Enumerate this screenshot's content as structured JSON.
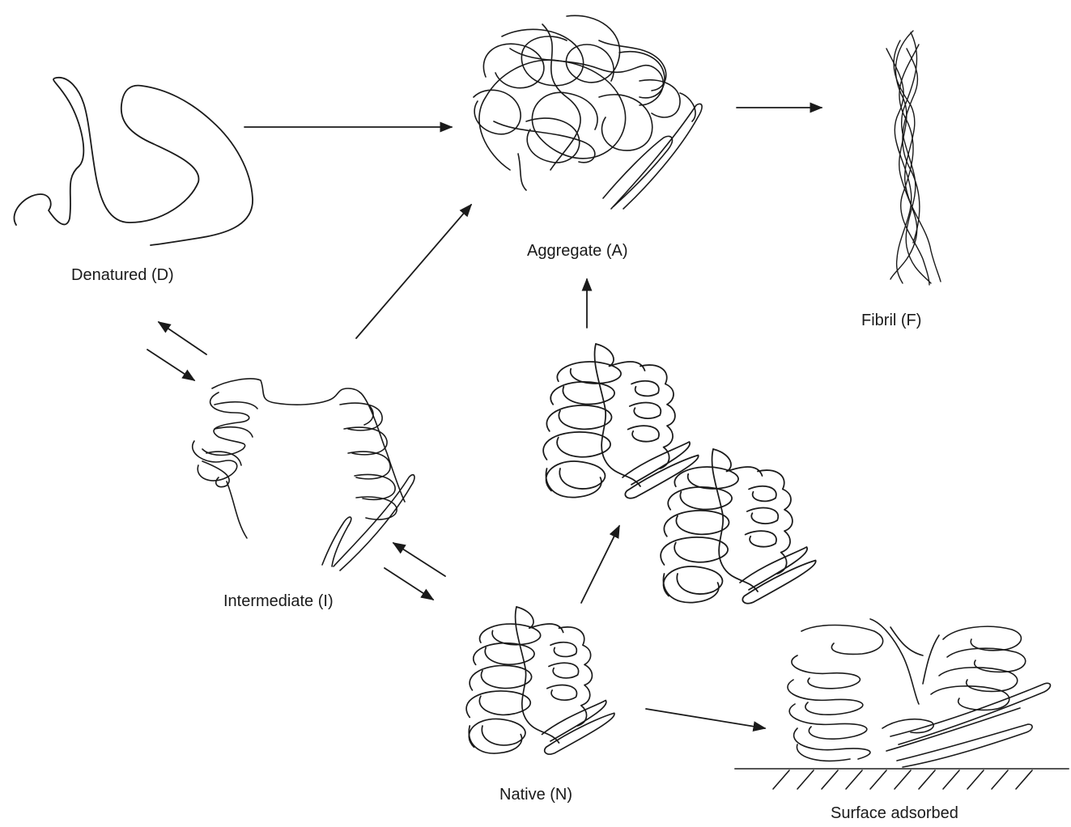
{
  "labels": {
    "denatured": "Denatured (D)",
    "aggregate": "Aggregate (A)",
    "fibril": "Fibril (F)",
    "intermediate": "Intermediate (I)",
    "native": "Native (N)",
    "surface": "Surface adsorbed"
  }
}
